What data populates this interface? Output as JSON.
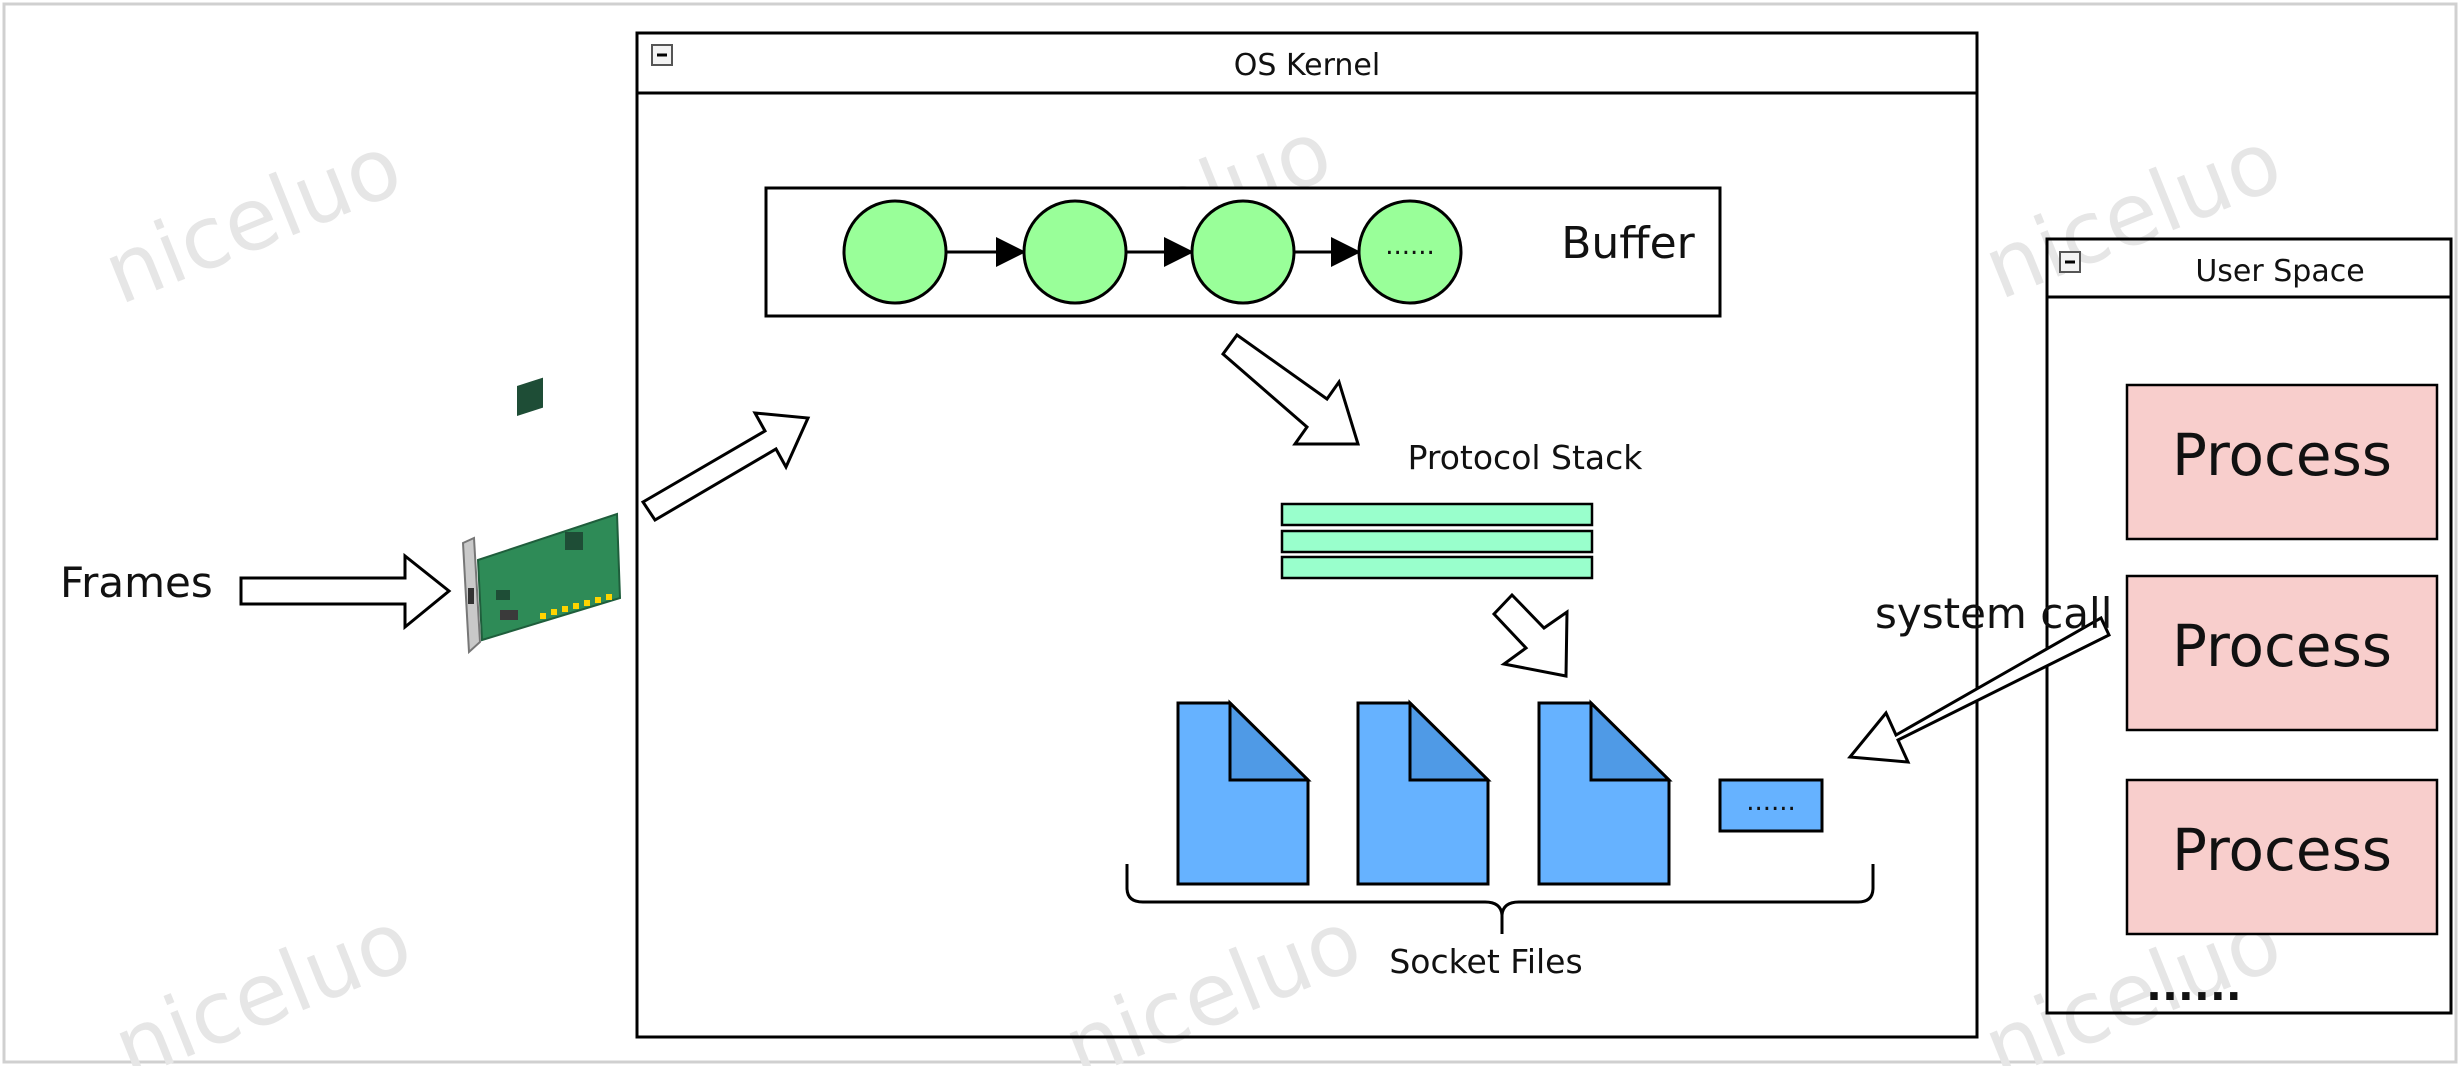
{
  "kernel": {
    "title": "OS Kernel"
  },
  "buffer": {
    "label": "Buffer",
    "nodes": [
      "",
      "",
      "",
      "......"
    ]
  },
  "protocol_stack": {
    "label": "Protocol Stack"
  },
  "socket_files": {
    "label": "Socket Files",
    "more": "......"
  },
  "frames": {
    "label": "Frames"
  },
  "system_call": {
    "label": "system call"
  },
  "user_space": {
    "title": "User Space",
    "processes": [
      "Process",
      "Process",
      "Process"
    ],
    "more": "......"
  },
  "watermark": "niceluo",
  "colors": {
    "node_fill": "#99ff99",
    "stack_fill": "#99ffcc",
    "file_fill": "#66b2ff",
    "file_fold": "#4f9ae6",
    "process_fill": "#f8cecc",
    "nic_board": "#2e8b57",
    "stroke": "#000000",
    "frame_border": "#d0d0d0"
  }
}
